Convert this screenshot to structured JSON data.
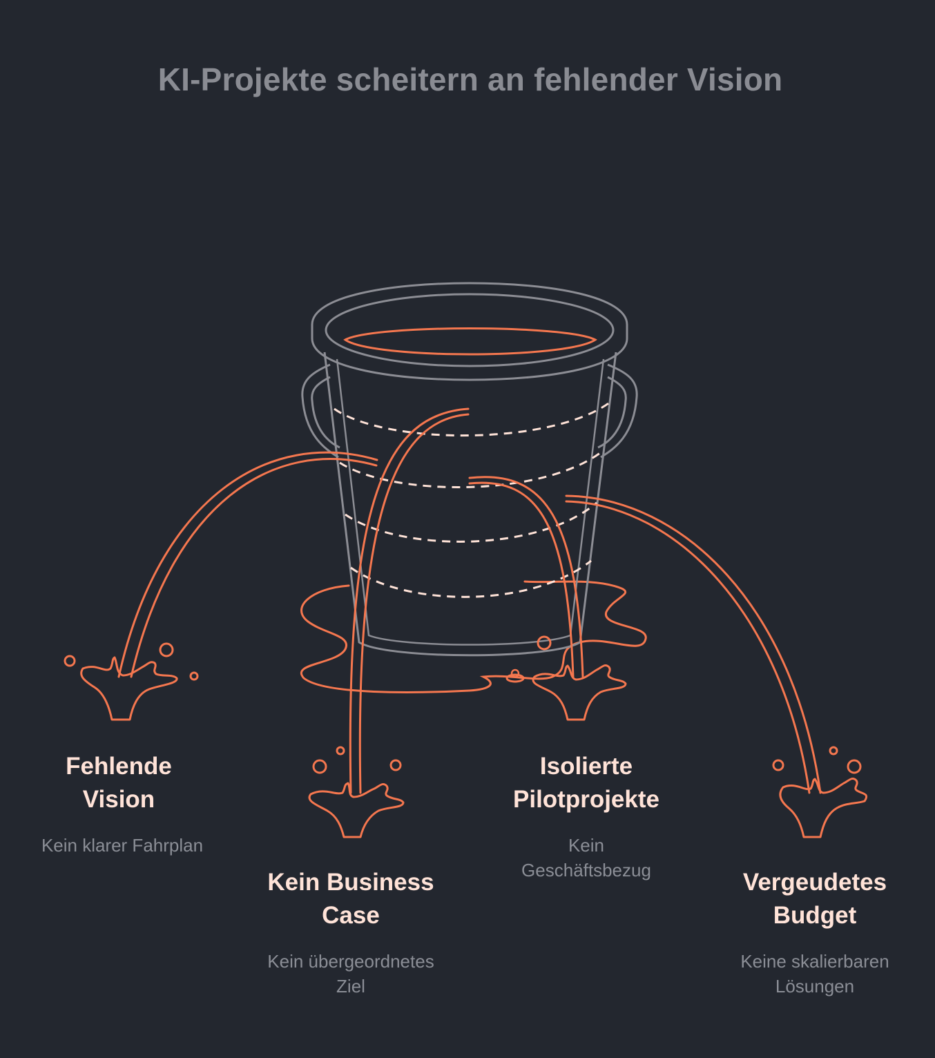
{
  "title": "KI-Projekte scheitern an fehlender Vision",
  "colors": {
    "background": "#23272f",
    "leak": "#f5774f",
    "bucket": "#8c8d94",
    "bands": "#ffe3d8",
    "label": "#ffe3d8",
    "description": "#8b8e96"
  },
  "leaks": [
    {
      "label_line1": "Fehlende",
      "label_line2": "Vision",
      "description_line1": "Kein klarer Fahrplan",
      "description_line2": ""
    },
    {
      "label_line1": "Kein Business",
      "label_line2": "Case",
      "description_line1": "Kein übergeordnetes",
      "description_line2": "Ziel"
    },
    {
      "label_line1": "Isolierte",
      "label_line2": "Pilotprojekte",
      "description_line1": "Kein",
      "description_line2": "Geschäftsbezug"
    },
    {
      "label_line1": "Vergeudetes",
      "label_line2": "Budget",
      "description_line1": "Keine skalierbaren",
      "description_line2": "Lösungen"
    }
  ]
}
